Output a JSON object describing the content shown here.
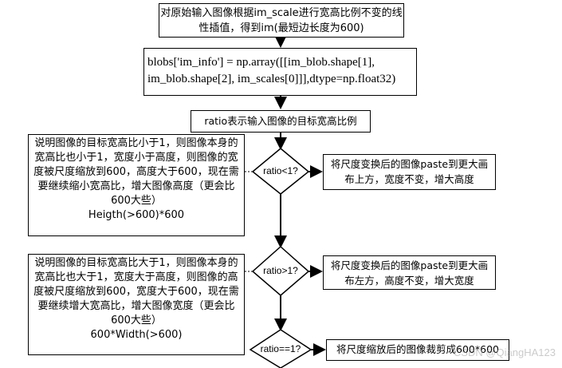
{
  "nodes": {
    "step1": "对原始输入图像根据im_scale进行宽高比例不变的线性插值，得到im(最短边长度为600)",
    "step2": "blobs['im_info'] = np.array([[im_blob.shape[1], im_blob.shape[2], im_scales[0]]],dtype=np.float32)",
    "step3": "ratio表示输入图像的目标宽高比例",
    "decision1": "ratio<1?",
    "decision2": "ratio>1?",
    "decision3": "ratio==1?",
    "action1": "将尺度变换后的图像paste到更大画布上方，宽度不变，增大高度",
    "action2": "将尺度变换后的图像paste到更大画布左方，高度不变，增大宽度",
    "action3": "将尺度缩放后的图像裁剪成600*600",
    "note1": "说明图像的目标宽高比小于1，则图像本身的宽高比也小于1，宽度小于高度，则图像的宽度被尺度缩放到600，高度大于600，现在需要继续缩小宽高比，增大图像高度（更会比600大些）",
    "note1_formula": "Heigth(>600)*600",
    "note2": "说明图像的目标宽高比大于1，则图像本身的宽高比也大于1，宽度大于高度，则图像的高度被尺度缩放到600，宽度大于600，现在需要继续增大宽高比，增大图像宽度（更会比600大些）",
    "note2_formula": "600*Width(>600)"
  },
  "watermark": "CSDN @QiangHA123",
  "colors": {
    "line": "#000000",
    "fill": "#ffffff"
  }
}
